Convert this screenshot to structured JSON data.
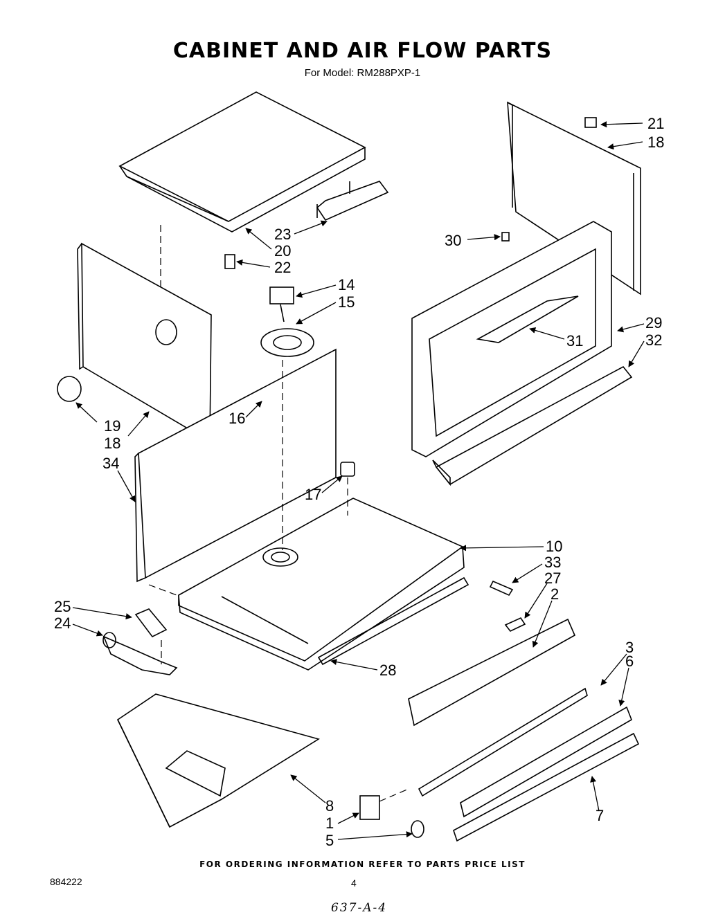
{
  "header": {
    "title": "CABINET AND AIR FLOW PARTS",
    "subtitle": "For Model: RM288PXP-1"
  },
  "callouts": [
    "21",
    "18",
    "23",
    "20",
    "22",
    "30",
    "14",
    "15",
    "29",
    "32",
    "31",
    "19",
    "18",
    "16",
    "34",
    "17",
    "10",
    "33",
    "27",
    "2",
    "25",
    "24",
    "28",
    "3",
    "6",
    "8",
    "7",
    "1",
    "5"
  ],
  "footer": {
    "ordering_note": "FOR ORDERING INFORMATION REFER TO PARTS PRICE LIST",
    "doc_number": "884222",
    "page_number": "4",
    "handwritten_code": "637-A-4"
  }
}
